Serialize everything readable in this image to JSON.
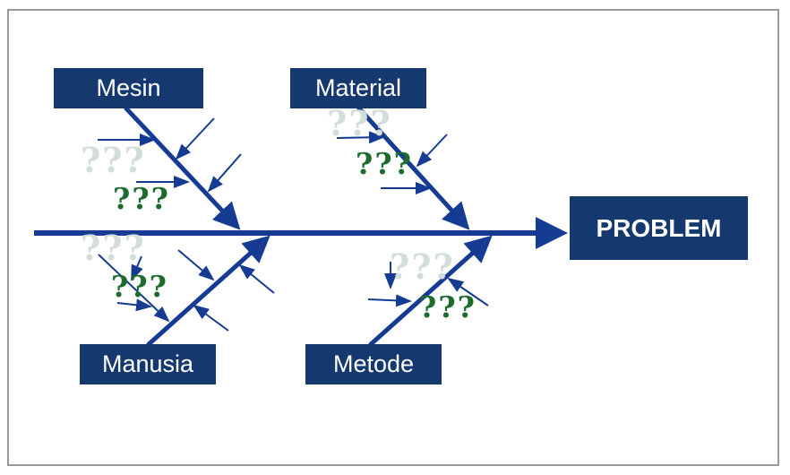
{
  "categories": {
    "mesin": "Mesin",
    "material": "Material",
    "manusia": "Manusia",
    "metode": "Metode"
  },
  "effect": "PROBLEM",
  "causes": {
    "mesin": [
      "???",
      "???"
    ],
    "material": [
      "???",
      "???"
    ],
    "manusia": [
      "???",
      "???"
    ],
    "metode": [
      "???",
      "???"
    ]
  },
  "colors": {
    "arrow": "#163b92",
    "box": "#15396e",
    "box_text": "#ffffff",
    "cause_bold": "#1e6b2d",
    "cause_faint": "#d3dedb",
    "frame": "#9a9a9a"
  }
}
